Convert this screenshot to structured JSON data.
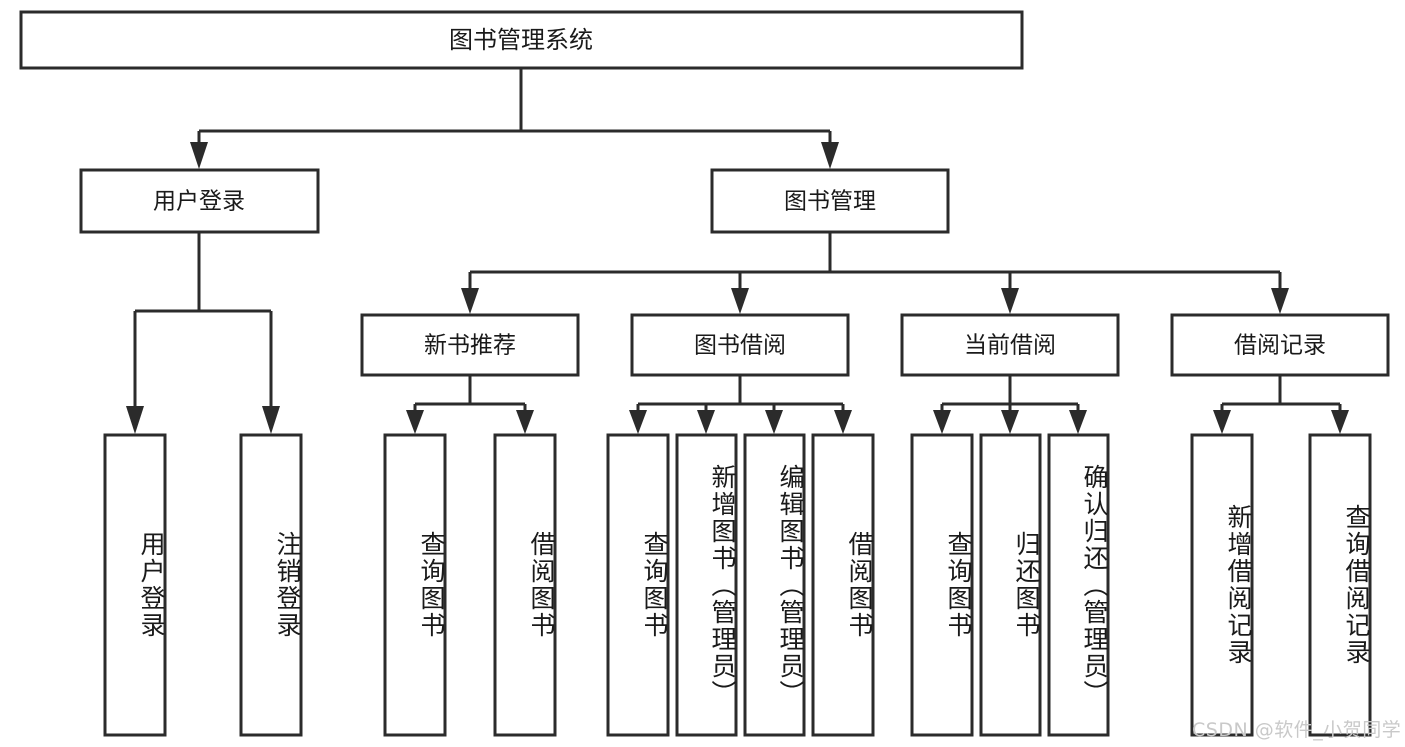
{
  "diagram": {
    "type": "hierarchy-tree",
    "title_node": {
      "label": "图书管理系统"
    },
    "level2": [
      {
        "id": "user-login",
        "label": "用户登录"
      },
      {
        "id": "book-management",
        "label": "图书管理"
      }
    ],
    "level3": [
      {
        "id": "new-book-recommend",
        "label": "新书推荐",
        "parent": "book-management"
      },
      {
        "id": "book-borrow",
        "label": "图书借阅",
        "parent": "book-management"
      },
      {
        "id": "current-borrow",
        "label": "当前借阅",
        "parent": "book-management"
      },
      {
        "id": "borrow-record",
        "label": "借阅记录",
        "parent": "book-management"
      }
    ],
    "leaves": {
      "user-login": [
        {
          "id": "leaf-user-login",
          "label": "用户登录"
        },
        {
          "id": "leaf-user-logout",
          "label": "注销登录"
        }
      ],
      "new-book-recommend": [
        {
          "id": "leaf-query-book-1",
          "label": "查询图书"
        },
        {
          "id": "leaf-borrow-book-1",
          "label": "借阅图书"
        }
      ],
      "book-borrow": [
        {
          "id": "leaf-query-book-2",
          "label": "查询图书"
        },
        {
          "id": "leaf-add-book",
          "label": "新增图书（管理员）"
        },
        {
          "id": "leaf-edit-book",
          "label": "编辑图书（管理员）"
        },
        {
          "id": "leaf-borrow-book-2",
          "label": "借阅图书"
        }
      ],
      "current-borrow": [
        {
          "id": "leaf-query-book-3",
          "label": "查询图书"
        },
        {
          "id": "leaf-return-book",
          "label": "归还图书"
        },
        {
          "id": "leaf-confirm-return",
          "label": "确认归还（管理员）"
        }
      ],
      "borrow-record": [
        {
          "id": "leaf-add-record",
          "label": "新增借阅记录"
        },
        {
          "id": "leaf-query-record",
          "label": "查询借阅记录"
        }
      ]
    }
  },
  "watermark": {
    "text": "CSDN @软件_小贺同学"
  },
  "colors": {
    "stroke": "#2b2b2b",
    "fill": "#ffffff",
    "text": "#1a1a1a",
    "watermark": "#c9c9c9"
  }
}
